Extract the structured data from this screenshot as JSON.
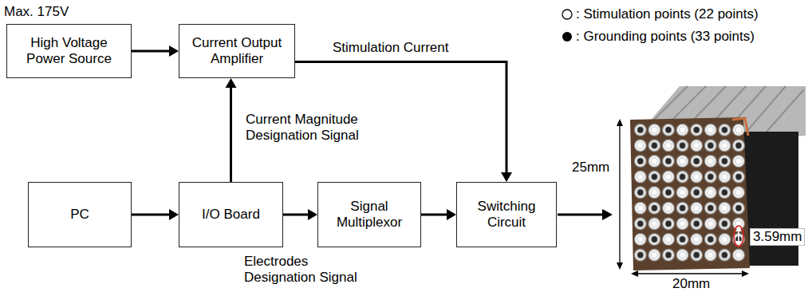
{
  "diagram": {
    "nodes": [
      {
        "text": [
          "High Voltage Power Source"
        ]
      },
      {
        "text": [
          "Current Output Amplifier"
        ]
      },
      {
        "text": [
          "PC"
        ]
      },
      {
        "text": [
          "I/O Board"
        ]
      },
      {
        "text": [
          "Signal Multiplexor"
        ]
      },
      {
        "text": [
          "Switching Circuit"
        ]
      }
    ],
    "edges": [
      {
        "from": 0,
        "to": 1,
        "arrow": "to"
      },
      {
        "from": 3,
        "to": 1,
        "label": "Current Magnitude Designation Signal",
        "arrow": "to"
      },
      {
        "from": 1,
        "to": 5,
        "label": "Stimulation Current",
        "arrow": "to"
      },
      {
        "from": 2,
        "to": 3,
        "arrow": "to"
      },
      {
        "from": 3,
        "to": 4,
        "arrow": "to"
      },
      {
        "from": 4,
        "to": 5,
        "arrow": "to"
      }
    ],
    "labels": [
      "Max. 175V",
      "Electrodes Designation Signal",
      "25mm",
      "20mm",
      "3.59mm"
    ],
    "legend": [
      {
        "text": ": Stimulation points (22 points)"
      },
      {
        "text": ": Grounding points (33 points)"
      }
    ]
  }
}
